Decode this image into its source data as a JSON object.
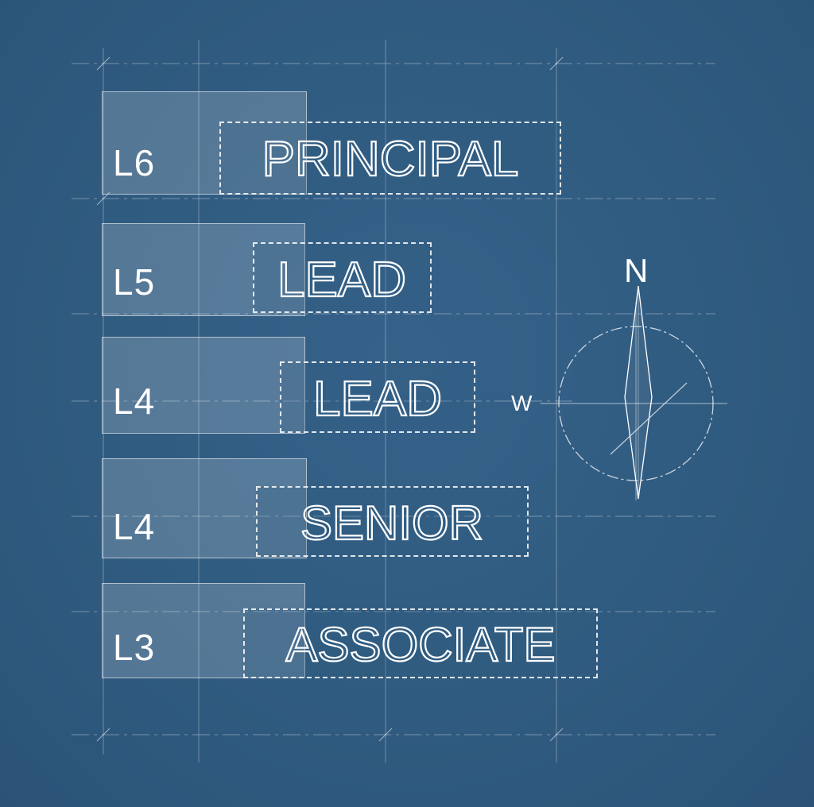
{
  "levels": [
    {
      "code": "L6",
      "title": "PRINCIPAL"
    },
    {
      "code": "L5",
      "title": "LEAD"
    },
    {
      "code": "L4",
      "title": "LEAD"
    },
    {
      "code": "L4",
      "title": "SENIOR"
    },
    {
      "code": "L3",
      "title": "ASSOCIATE"
    }
  ],
  "compass": {
    "north_label": "N",
    "west_label": "W"
  },
  "colors": {
    "background": "#305b80",
    "line": "#ffffff"
  }
}
